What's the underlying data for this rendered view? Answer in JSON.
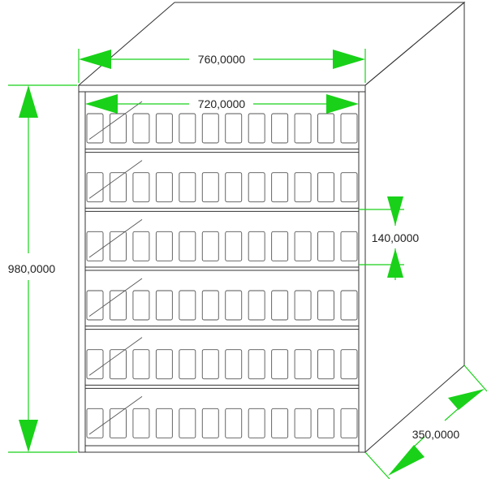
{
  "dimensions": {
    "outer_width": "760,0000",
    "inner_width": "720,0000",
    "height": "980,0000",
    "shelf_spacing": "140,0000",
    "depth": "350,0000"
  },
  "cabinet": {
    "shelf_count": 6,
    "slots_per_shelf": 12
  },
  "colors": {
    "dimension": "#19d119",
    "outline": "#333333"
  }
}
